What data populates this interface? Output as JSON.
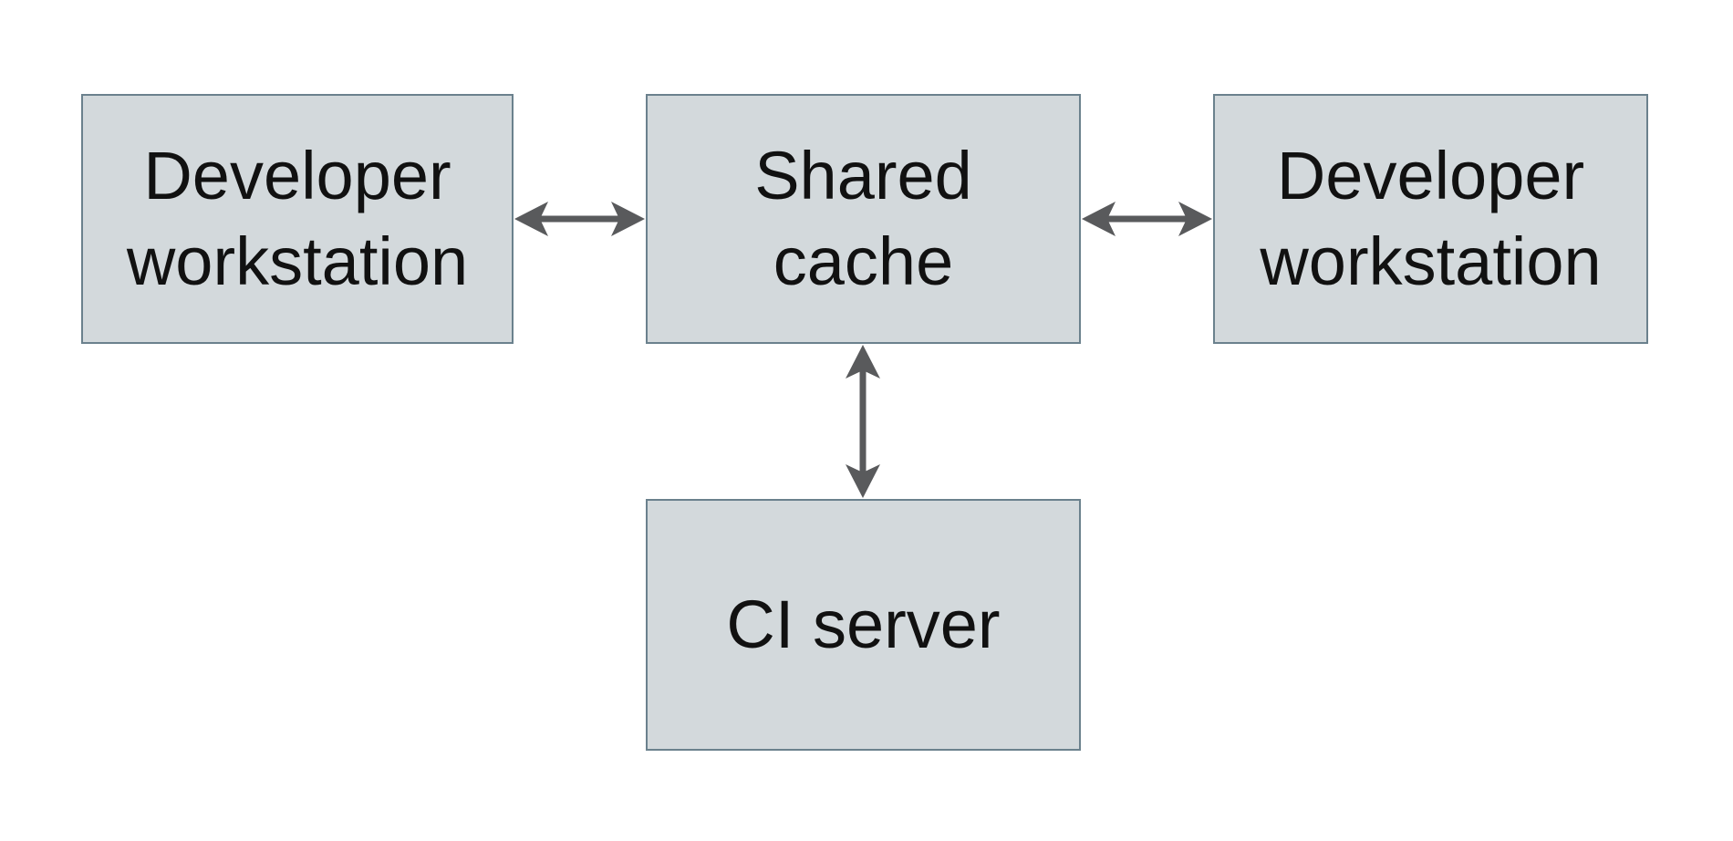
{
  "diagram": {
    "type": "architecture-diagram",
    "nodes": [
      {
        "id": "developer-workstation-left",
        "label": "Developer workstation"
      },
      {
        "id": "shared-cache",
        "label": "Shared cache"
      },
      {
        "id": "developer-workstation-right",
        "label": "Developer workstation"
      },
      {
        "id": "ci-server",
        "label": "CI server"
      }
    ],
    "edges": [
      {
        "from": "developer-workstation-left",
        "to": "shared-cache",
        "style": "double-headed-arrow",
        "orientation": "horizontal"
      },
      {
        "from": "developer-workstation-right",
        "to": "shared-cache",
        "style": "double-headed-arrow",
        "orientation": "horizontal"
      },
      {
        "from": "ci-server",
        "to": "shared-cache",
        "style": "double-headed-arrow",
        "orientation": "vertical"
      }
    ]
  },
  "colors": {
    "background": "#ffffff",
    "node_fill": "#d3d9dc",
    "node_border": "#6b818d",
    "node_text": "#111111",
    "arrow": "#595a5c"
  }
}
